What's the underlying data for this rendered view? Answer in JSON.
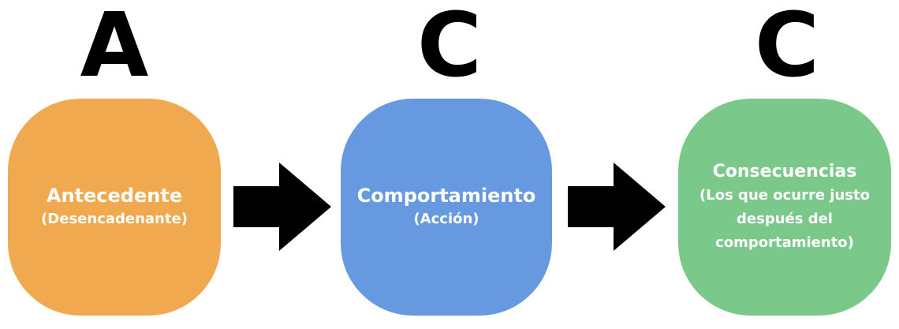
{
  "letters": [
    "A",
    "C",
    "C"
  ],
  "boxes": [
    {
      "title": "Antecedente",
      "subtitle": "(Desencadenante)",
      "color": "#F0A94E"
    },
    {
      "title": "Comportamiento",
      "subtitle": "(Acción)",
      "color": "#6699DF"
    },
    {
      "title": "Consecuencias",
      "subtitle": "(Los que ocurre justo después del comportamiento)",
      "color": "#7BC98A"
    }
  ],
  "arrow_color": "#000000"
}
